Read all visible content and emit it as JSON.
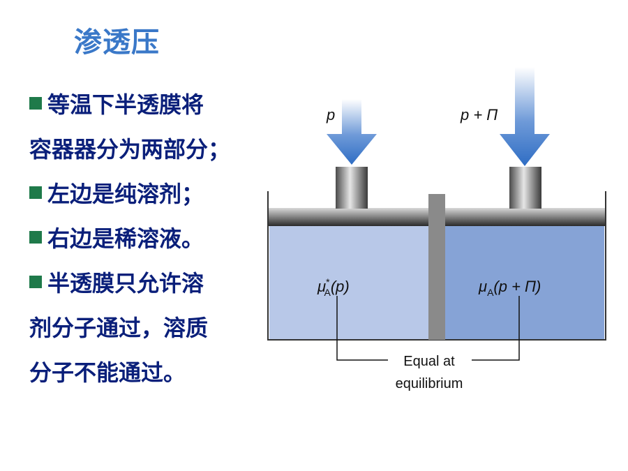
{
  "slide": {
    "title": "渗透压",
    "bullets": [
      {
        "lines": [
          "等温下半透膜将",
          "容器器分为两部分；"
        ],
        "marker": true
      },
      {
        "lines": [
          "左边是纯溶剂；"
        ],
        "marker": true
      },
      {
        "lines": [
          "右边是稀溶液。"
        ],
        "marker": true
      },
      {
        "lines": [
          "半透膜只允许溶",
          "剂分子通过，溶质",
          "分子不能通过。"
        ],
        "marker": true
      }
    ]
  },
  "diagram": {
    "left_pressure": "p",
    "right_pressure": "p + Π",
    "left_potential": {
      "mu": "μ",
      "sup": "*",
      "sub": "A",
      "arg": "(p)"
    },
    "right_potential": {
      "mu": "μ",
      "sub": "A",
      "arg": "(p + Π)"
    },
    "equal_label_line1": "Equal at",
    "equal_label_line2": "equilibrium",
    "colors": {
      "pure_solvent": "#b8c8e8",
      "solution": "#86a3d6",
      "arrow": "#2f6dc4",
      "membrane": "#8a8a8a"
    }
  }
}
